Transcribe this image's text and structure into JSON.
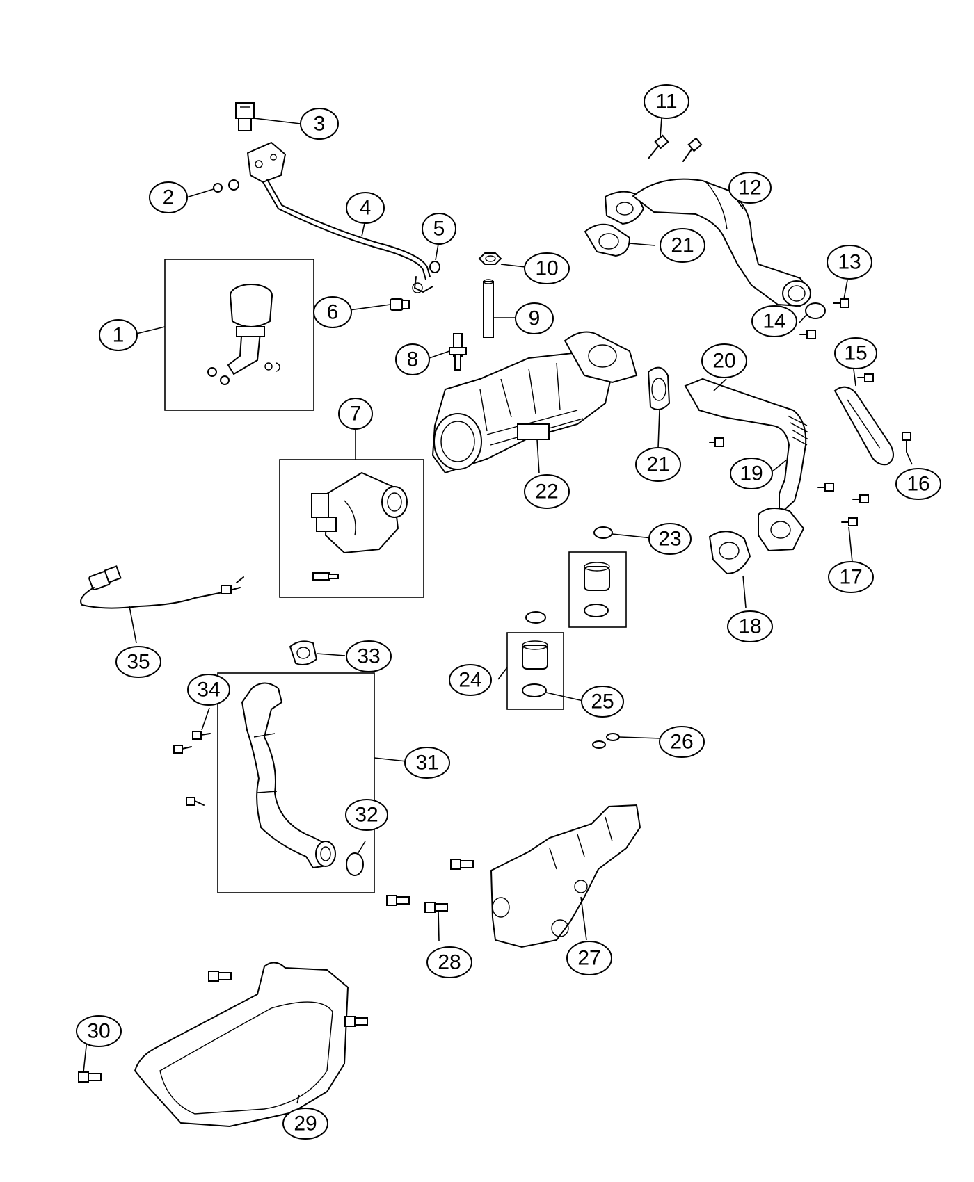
{
  "diagram": {
    "callouts": [
      {
        "id": "1",
        "label": "1"
      },
      {
        "id": "2",
        "label": "2"
      },
      {
        "id": "3",
        "label": "3"
      },
      {
        "id": "4",
        "label": "4"
      },
      {
        "id": "5",
        "label": "5"
      },
      {
        "id": "6",
        "label": "6"
      },
      {
        "id": "7",
        "label": "7"
      },
      {
        "id": "8",
        "label": "8"
      },
      {
        "id": "9",
        "label": "9"
      },
      {
        "id": "10",
        "label": "10"
      },
      {
        "id": "11",
        "label": "11"
      },
      {
        "id": "12",
        "label": "12"
      },
      {
        "id": "13",
        "label": "13"
      },
      {
        "id": "14",
        "label": "14"
      },
      {
        "id": "15",
        "label": "15"
      },
      {
        "id": "16",
        "label": "16"
      },
      {
        "id": "17",
        "label": "17"
      },
      {
        "id": "18",
        "label": "18"
      },
      {
        "id": "19",
        "label": "19"
      },
      {
        "id": "20",
        "label": "20"
      },
      {
        "id": "21a",
        "label": "21"
      },
      {
        "id": "21b",
        "label": "21"
      },
      {
        "id": "22",
        "label": "22"
      },
      {
        "id": "23",
        "label": "23"
      },
      {
        "id": "24",
        "label": "24"
      },
      {
        "id": "25",
        "label": "25"
      },
      {
        "id": "26",
        "label": "26"
      },
      {
        "id": "27",
        "label": "27"
      },
      {
        "id": "28",
        "label": "28"
      },
      {
        "id": "29",
        "label": "29"
      },
      {
        "id": "30",
        "label": "30"
      },
      {
        "id": "31",
        "label": "31"
      },
      {
        "id": "32",
        "label": "32"
      },
      {
        "id": "33",
        "label": "33"
      },
      {
        "id": "34",
        "label": "34"
      },
      {
        "id": "35",
        "label": "35"
      }
    ]
  }
}
